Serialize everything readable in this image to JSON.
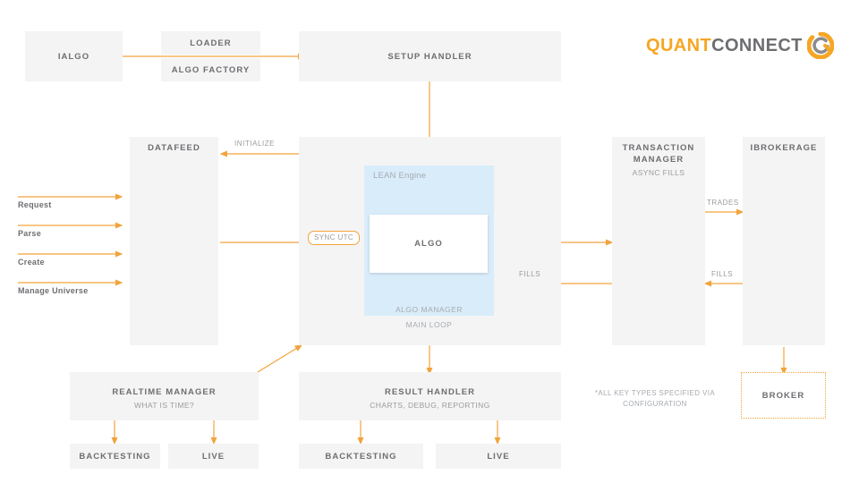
{
  "brand": {
    "name_part1": "QUANT",
    "name_part2": "CONNECT",
    "accent_color": "#f5a623",
    "text_color": "#6d6e71",
    "logo_icon": "quantconnect-circle-logo"
  },
  "colors": {
    "box_fill": "#f4f4f4",
    "engine_fill": "#d9ecfa",
    "algo_fill": "#ffffff",
    "arrow": "#f2a33c",
    "title_text": "#6d6e71",
    "sub_text": "#9b9b9b",
    "background": "#ffffff"
  },
  "nodes": {
    "ialgo": {
      "title": "IALGO"
    },
    "loader": {
      "title": "LOADER"
    },
    "algo_factory": {
      "title": "ALGO FACTORY"
    },
    "setup_handler": {
      "title": "SETUP HANDLER"
    },
    "datafeed": {
      "title": "DATAFEED"
    },
    "lean_engine": {
      "label": "LEAN Engine",
      "algo": "ALGO",
      "algo_manager": "ALGO MANAGER",
      "main_loop": "MAIN LOOP"
    },
    "transaction_manager": {
      "title": "TRANSACTION MANAGER",
      "subtitle": "ASYNC FILLS"
    },
    "ibrokerage": {
      "title": "IBROKERAGE"
    },
    "broker": {
      "title": "BROKER"
    },
    "realtime_manager": {
      "title": "REALTIME MANAGER",
      "subtitle": "WHAT IS TIME?"
    },
    "result_handler": {
      "title": "RESULT HANDLER",
      "subtitle": "CHARTS, DEBUG, REPORTING"
    },
    "realtime_backtesting": {
      "title": "BACKTESTING"
    },
    "realtime_live": {
      "title": "LIVE"
    },
    "result_backtesting": {
      "title": "BACKTESTING"
    },
    "result_live": {
      "title": "LIVE"
    }
  },
  "edge_labels": {
    "initialize": "INITIALIZE",
    "sync_utc": "SYNC UTC",
    "trades": "TRADES",
    "fills_right": "FILLS",
    "fills_center": "FILLS"
  },
  "datafeed_inputs": [
    {
      "label": "Request"
    },
    {
      "label": "Parse"
    },
    {
      "label": "Create"
    },
    {
      "label": "Manage Universe"
    }
  ],
  "footnote": "*ALL KEY TYPES SPECIFIED VIA CONFIGURATION"
}
